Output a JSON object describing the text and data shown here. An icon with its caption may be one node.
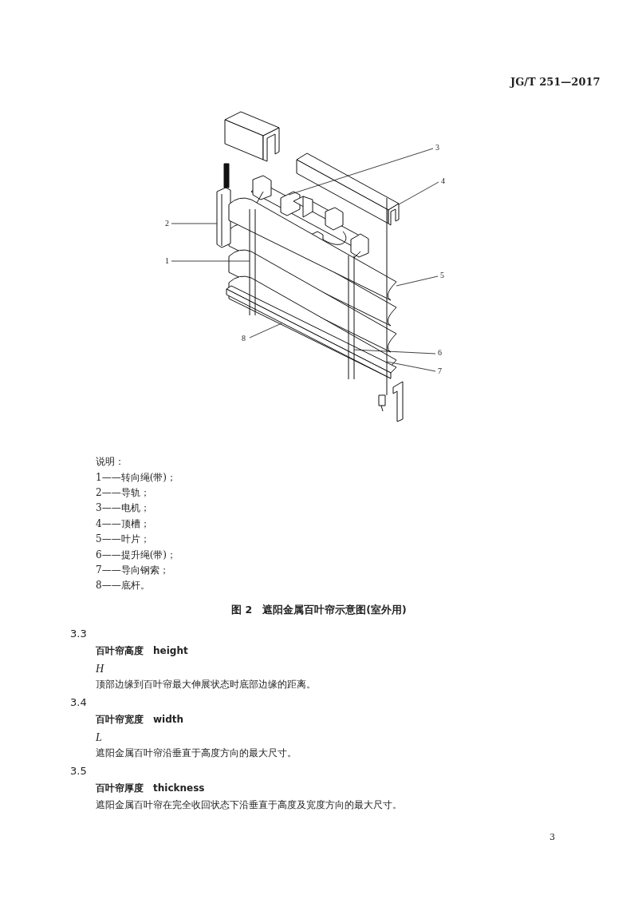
{
  "diagram": {
    "caption": "图 2　遮阳金属百叶帘示意图(室外用)",
    "nodes": [
      {
        "text": [
          "3"
        ]
      },
      {
        "text": [
          "4"
        ]
      },
      {
        "text": [
          "2"
        ]
      },
      {
        "text": [
          "1"
        ]
      },
      {
        "text": [
          "5"
        ]
      },
      {
        "text": [
          "8"
        ]
      },
      {
        "text": [
          "6"
        ]
      },
      {
        "text": [
          "7"
        ]
      },
      {
        "text": [],
        "shape": "picture"
      },
      {
        "text": [],
        "shape": "picture"
      },
      {
        "text": [],
        "shape": "picture"
      },
      {
        "text": [],
        "shape": "picture"
      },
      {
        "text": [],
        "shape": "picture"
      },
      {
        "text": [],
        "shape": "picture"
      },
      {
        "text": [],
        "shape": "picture"
      },
      {
        "text": [],
        "shape": "picture"
      }
    ],
    "edges": [
      {
        "from": 0,
        "to": 8,
        "arrow": "none"
      },
      {
        "from": 1,
        "to": 9,
        "arrow": "none"
      },
      {
        "from": 2,
        "to": 10,
        "arrow": "none"
      },
      {
        "from": 3,
        "to": 11,
        "arrow": "none"
      },
      {
        "from": 4,
        "to": 12,
        "arrow": "none"
      },
      {
        "from": 5,
        "to": 13,
        "arrow": "none"
      },
      {
        "from": 6,
        "to": 14,
        "arrow": "none"
      },
      {
        "from": 7,
        "to": 15,
        "arrow": "none"
      }
    ],
    "labels": [
      "JG/T 251—2017",
      "说明：",
      "1——转向绳(带)；",
      "2——导轨；",
      "3——电机；",
      "4——顶槽；",
      "5——叶片；",
      "6——提升绳(带)；",
      "7——导向钢索；",
      "8——底杆。",
      "3.3",
      "百叶帘高度　height",
      "H",
      "顶部边缘到百叶帘最大伸展状态时底部边缘的距离。",
      "3.4",
      "百叶帘宽度　width",
      "L",
      "遮阳金属百叶帘沿垂直于高度方向的最大尺寸。",
      "3.5",
      "百叶帘厚度　thickness",
      "遮阳金属百叶帘在完全收回状态下沿垂直于高度及宽度方向的最大尺寸。",
      "3"
    ]
  }
}
